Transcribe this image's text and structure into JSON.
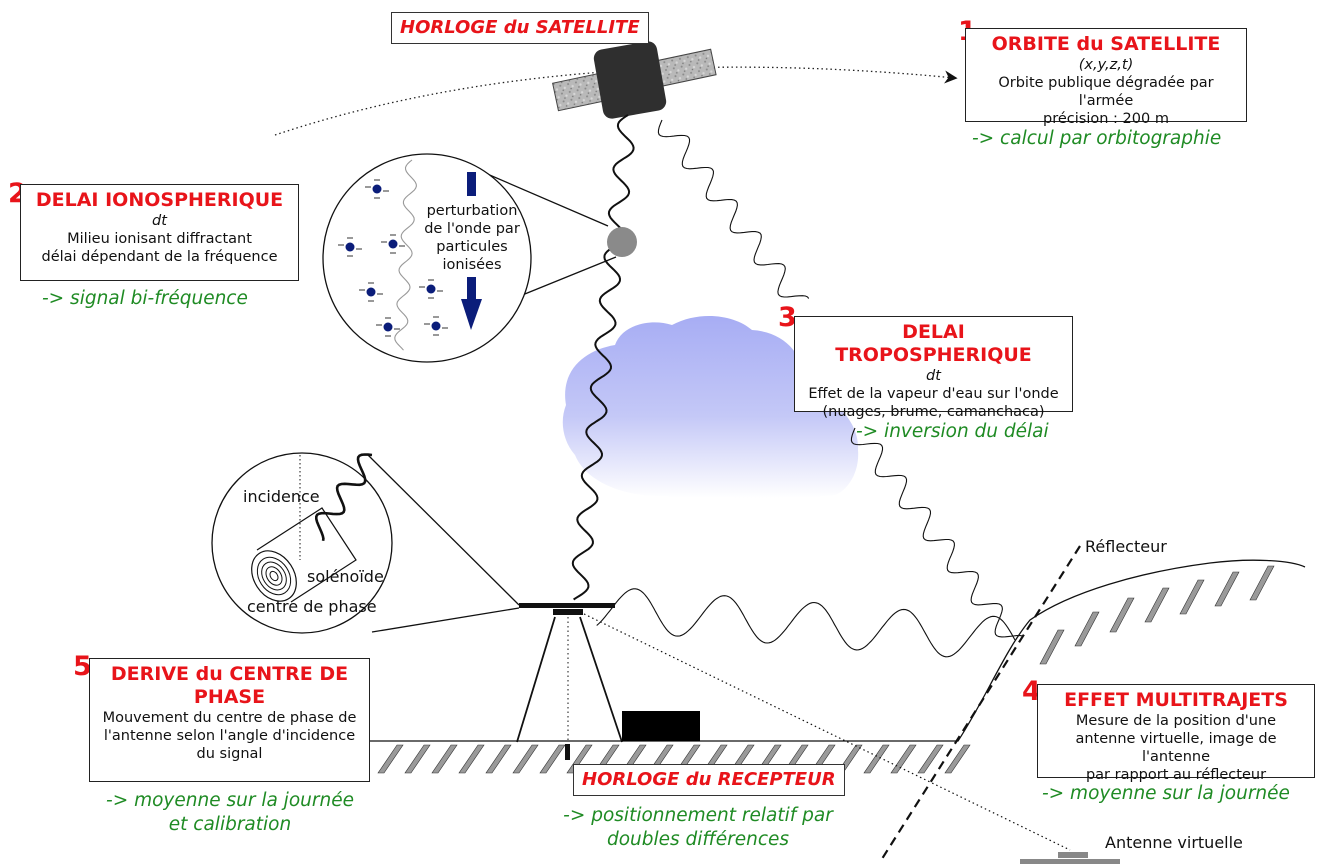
{
  "satellite_clock": "HORLOGE du SATELLITE",
  "receiver_clock": "HORLOGE du RECEPTEUR",
  "orbit": {
    "num": "1",
    "title": "ORBITE du SATELLITE",
    "var": "(x,y,z,t)",
    "line1": "Orbite publique dégradée par l'armée",
    "line2": "précision : 200 m",
    "solution": "-> calcul par orbitographie"
  },
  "iono": {
    "num": "2",
    "title": "DELAI IONOSPHERIQUE",
    "var": "dt",
    "line1": "Milieu ionisant diffractant",
    "line2": "délai dépendant de la fréquence",
    "solution": "-> signal bi-fréquence"
  },
  "tropo": {
    "num": "3",
    "title": "DELAI TROPOSPHERIQUE",
    "var": "dt",
    "line1": "Effet de la vapeur d'eau sur l'onde",
    "line2": "(nuages, brume, camanchaca)",
    "solution": "-> inversion du délai"
  },
  "multipath": {
    "num": "4",
    "title": "EFFET MULTITRAJETS",
    "line1": "Mesure de la position d'une",
    "line2": "antenne virtuelle, image de l'antenne",
    "line3": "par rapport au réflecteur",
    "solution": "-> moyenne sur la journée"
  },
  "phase": {
    "num": "5",
    "title_line1": "DERIVE du CENTRE DE",
    "title_line2": "PHASE",
    "line1": "Mouvement du centre de phase de",
    "line2": "l'antenne selon l'angle d'incidence",
    "line3": "du signal",
    "solution_line1": "-> moyenne sur la journée",
    "solution_line2": "et calibration"
  },
  "relative": {
    "line1": "-> positionnement relatif par",
    "line2": "doubles différences"
  },
  "iono_zoom": {
    "line1": "perturbation",
    "line2": "de l'onde par",
    "line3": "particules",
    "line4": "ionisées"
  },
  "antenna_zoom": {
    "incidence": "incidence",
    "solenoid": "solénoïde",
    "phase_center": "centre de phase"
  },
  "reflector": "Réflecteur",
  "virtual_antenna": "Antenne virtuelle",
  "colors": {
    "title_red": "#e8141a",
    "solution_green": "#1f8b24",
    "particle_blue": "#0b1d7a",
    "cloud_blue": "#a8aef5"
  }
}
